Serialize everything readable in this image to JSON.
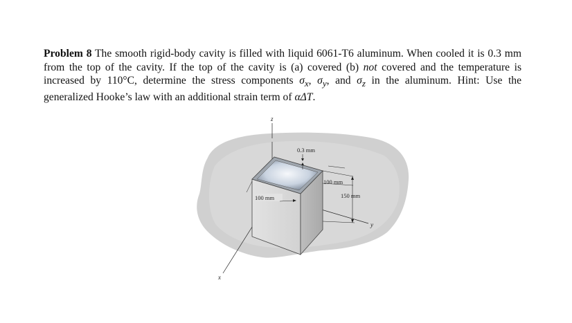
{
  "problem": {
    "title": "Problem 8",
    "t1": " The smooth rigid-body cavity is filled with liquid 6061-T6 aluminum. When cooled it is 0.3 mm from the top of the cavity. If the top of the cavity is (a) covered (b) ",
    "not": "not",
    "t2": " covered and the temperature is increased by 110°C, determine the stress components ",
    "sx": "σ",
    "sx_sub": "x",
    "sep1": ", ",
    "sy": "σ",
    "sy_sub": "y",
    "sep2": ", and ",
    "sz": "σ",
    "sz_sub": "z",
    "t3": " in the aluminum. Hint: Use the generalized Hooke’s law with an additional strain term of ",
    "alpha": "αΔT",
    "t4": "."
  },
  "figure": {
    "axis_z": "z",
    "axis_x": "x",
    "axis_y": "y",
    "dim_top": "0.3 mm",
    "dim_side_100": "100 mm",
    "dim_front_100": "100 mm",
    "dim_150": "150 mm"
  }
}
